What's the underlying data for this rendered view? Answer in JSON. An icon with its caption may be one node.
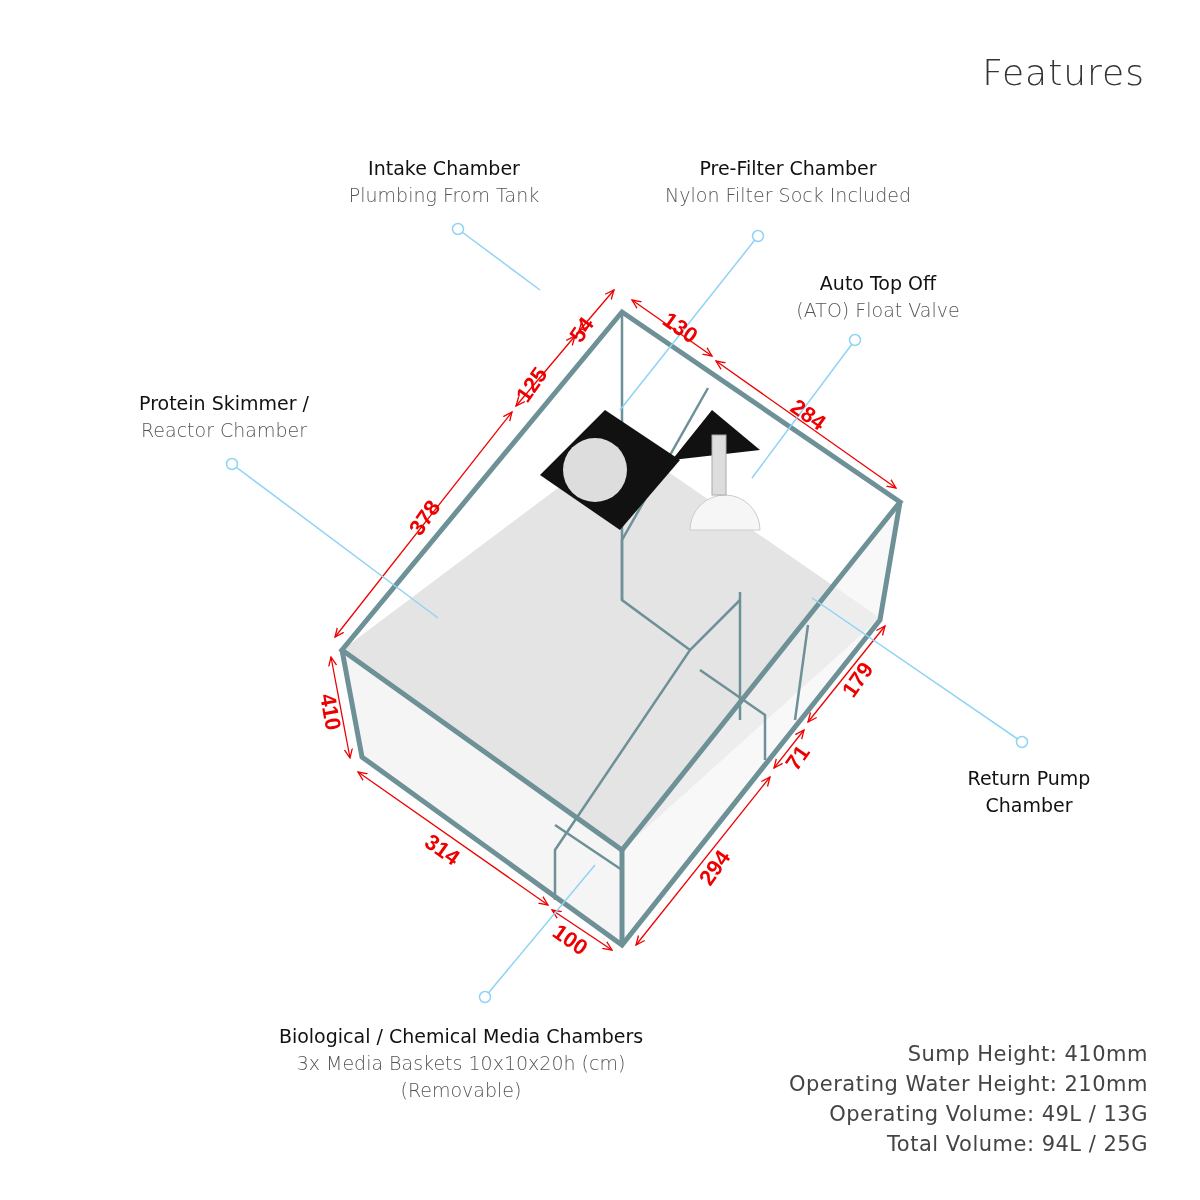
{
  "diagram": {
    "title": "Features",
    "nodes": [
      {
        "text": [
          "Intake Chamber",
          "Plumbing From Tank"
        ]
      },
      {
        "text": [
          "Pre-Filter Chamber",
          "Nylon Filter Sock Included"
        ]
      },
      {
        "text": [
          "Auto Top Off",
          "(ATO) Float Valve"
        ]
      },
      {
        "text": [
          "Protein Skimmer /",
          "Reactor Chamber"
        ]
      },
      {
        "text": [
          "Return Pump Chamber"
        ]
      },
      {
        "text": [
          "Biological / Chemical Media Chambers",
          "3x Media Baskets 10x10x20h (cm) (Removable)"
        ]
      }
    ],
    "edges": [
      {
        "from": 0,
        "to": null,
        "arrow": "other"
      },
      {
        "from": 1,
        "to": null,
        "arrow": "other"
      },
      {
        "from": 2,
        "to": null,
        "arrow": "other"
      },
      {
        "from": 3,
        "to": null,
        "arrow": "other"
      },
      {
        "from": 4,
        "to": null,
        "arrow": "other"
      },
      {
        "from": 5,
        "to": null,
        "arrow": "other"
      }
    ],
    "labels": [
      "54",
      "130",
      "125",
      "284",
      "378",
      "410",
      "179",
      "71",
      "314",
      "294",
      "100",
      "Sump Height: 410mm",
      "Operating Water Height: 210mm",
      "Operating Volume: 49L / 13G",
      "Total Volume: 94L / 25G"
    ]
  }
}
